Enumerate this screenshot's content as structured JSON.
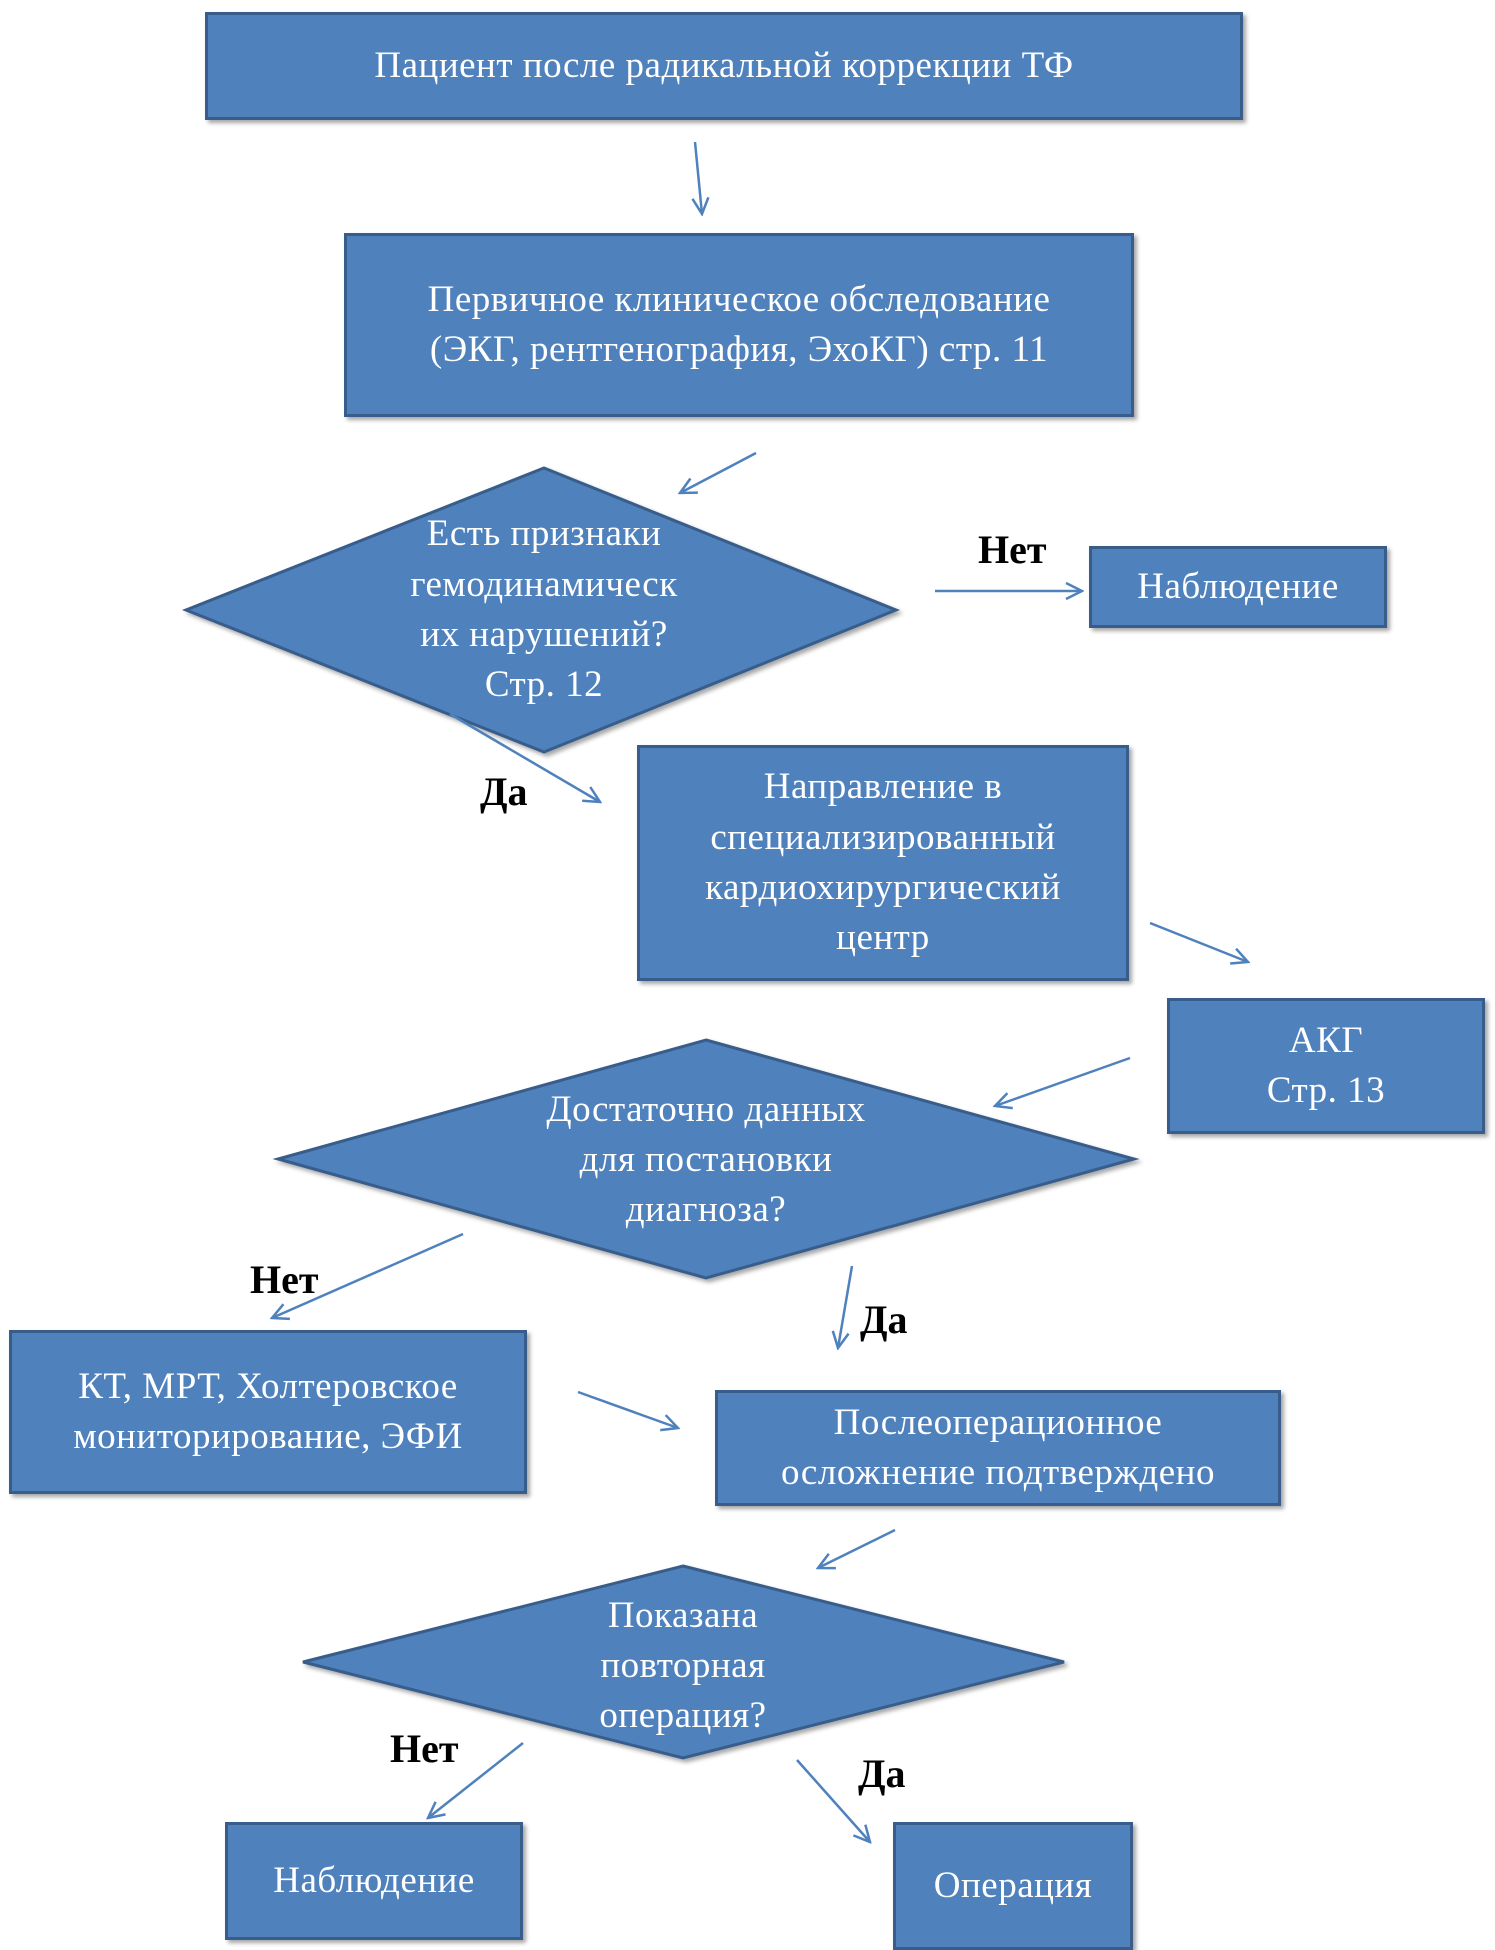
{
  "boxes": {
    "patient": "Пациент после радикальной коррекции ТФ",
    "exam": "Первичное клиническое обследование\n(ЭКГ, рентгенография, ЭхоКГ) стр. 11",
    "observation_1": "Наблюдение",
    "referral": "Направление в\nспециализированный\nкардиохирургический\nцентр",
    "akg": "АКГ\nСтр. 13",
    "ct_mri": "КТ, МРТ, Холтеровское\nмониторирование, ЭФИ",
    "complication": "Послеоперационное\nосложнение подтверждено",
    "observation_2": "Наблюдение",
    "operation": "Операция"
  },
  "decisions": {
    "hemodynamic": "Есть признаки\nгемодинамическ\nих нарушений?\nСтр. 12",
    "enough_data": "Достаточно данных\nдля постановки\nдиагноза?",
    "reoperation": "Показана\nповторная\nоперация?"
  },
  "labels": {
    "hemo_no": "Нет",
    "hemo_yes": "Да",
    "data_no": "Нет",
    "data_yes": "Да",
    "reop_no": "Нет",
    "reop_yes": "Да"
  },
  "colors": {
    "fill": "#4f81bd",
    "border": "#385d8a",
    "arrow": "#4f81bd",
    "label": "#000000"
  }
}
